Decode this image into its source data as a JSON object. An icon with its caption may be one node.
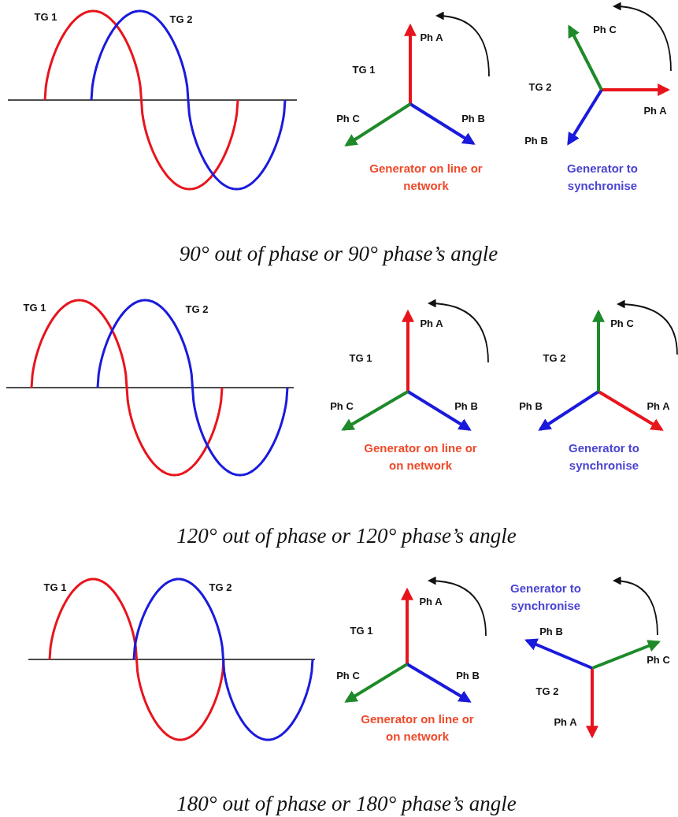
{
  "diagram": {
    "labels": [
      "TG 1",
      "TG 2",
      "Ph A",
      "TG 1",
      "Ph C",
      "Ph B",
      "Generator on line or network",
      "Ph C",
      "TG 2",
      "Ph A",
      "Ph B",
      "Generator to synchronise",
      "90° out of phase or 90° phase’s angle",
      "TG 1",
      "TG 2",
      "Ph A",
      "TG 1",
      "Ph C",
      "Ph B",
      "Generator on line or on network",
      "Ph C",
      "TG 2",
      "Ph B",
      "Ph A",
      "Generator to synchronise",
      "120° out of phase or 120° phase’s angle",
      "TG 1",
      "TG 2",
      "Ph A",
      "TG 1",
      "Ph C",
      "Ph B",
      "Generator on line or on network",
      "Generator to synchronise",
      "Ph B",
      "Ph C",
      "TG 2",
      "Ph A",
      "180° out of phase or 180° phase’s angle"
    ]
  }
}
